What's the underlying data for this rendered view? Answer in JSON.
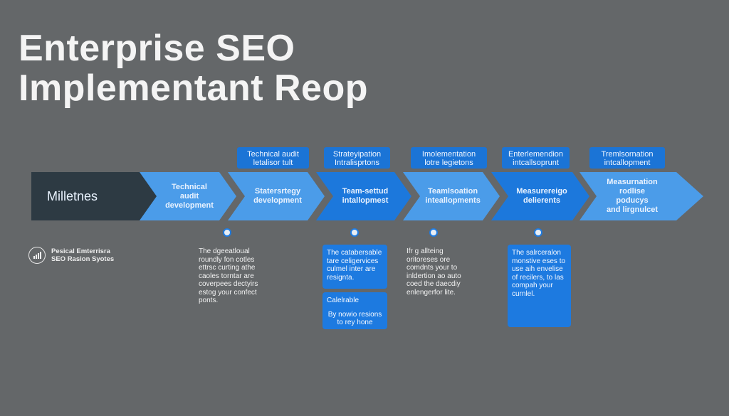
{
  "title": {
    "line1": "Enterprise SEO",
    "line2": "Implementant Reop"
  },
  "tags": [
    {
      "l1": "Technical audit",
      "l2": "letalisor tult"
    },
    {
      "l1": "Strateyipation",
      "l2": "Intralisprtons"
    },
    {
      "l1": "Imolementation",
      "l2": "lotre legietons"
    },
    {
      "l1": "Enterlemendion",
      "l2": "intcallsoprunt"
    },
    {
      "l1": "Tremlsornation",
      "l2": "intcallopment"
    }
  ],
  "timeline": {
    "first": "Milletnes",
    "segments": [
      {
        "l1": "Technical audit",
        "l2": "development"
      },
      {
        "l1": "Statersrtegy",
        "l2": "development"
      },
      {
        "l1": "Team-settud",
        "l2": "intallopmest"
      },
      {
        "l1": "Teamlsoation",
        "l2": "inteallopments"
      },
      {
        "l1": "Measurereigo",
        "l2": "delierents"
      },
      {
        "l1": "Measurnation",
        "l2": "rodlise poducys",
        "l3": "and lirgnulcet"
      }
    ]
  },
  "legend": {
    "l1": "Pesical Emterrisra",
    "l2": "SEO Rasion Syotes"
  },
  "notes": {
    "n1": "The dgeeatloual roundly fon cotles ettrsc curting athe caoles torntar are coverpees dectyirs estog your confect ponts.",
    "n2": "Ifr g allteing oritoreses ore comdnts your to inldertion ao auto coed the daecdiy enlengerfor lite."
  },
  "cards": {
    "c1": "The catabersable tare celigervices culmel inter are resignta.",
    "c2_title": "Calelrable",
    "c2_body": "By nowio resions to rey hone",
    "c3": "The salrceralon monstive eses to use aih envelise of recilers, to las compah your curnlel."
  },
  "colors": {
    "background": "#646769",
    "dark_blue": "#1c78dc",
    "light_blue": "#4b9ce9",
    "slate": "#2d3a43"
  }
}
